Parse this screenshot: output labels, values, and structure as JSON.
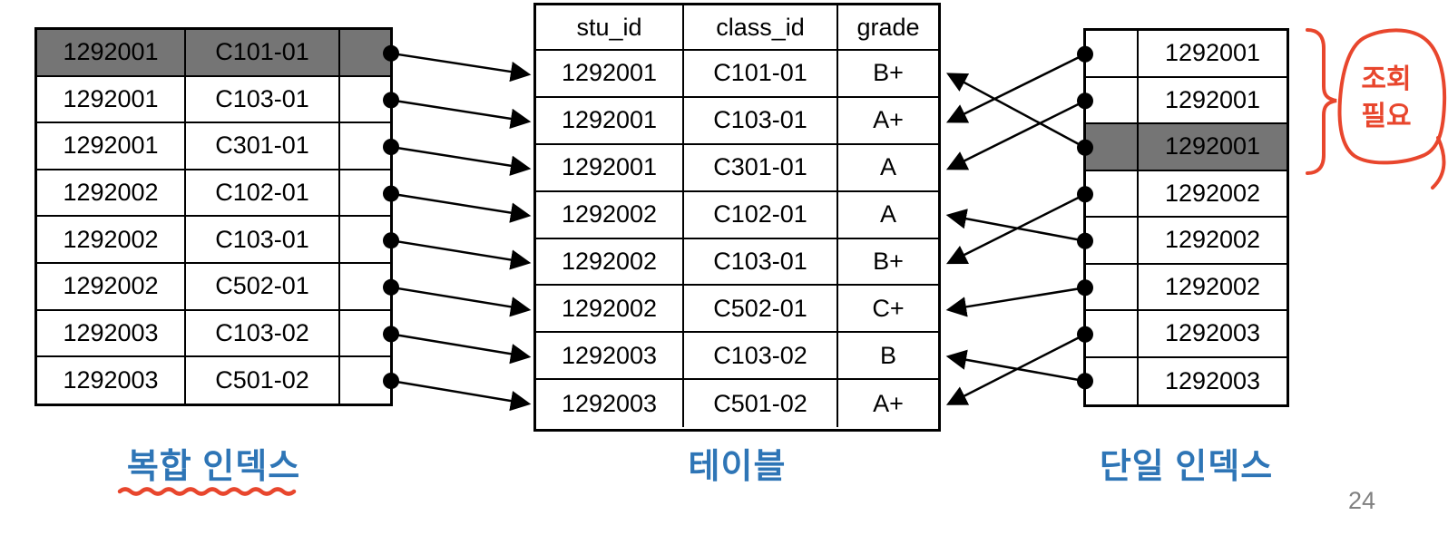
{
  "page": {
    "page_number": "24"
  },
  "colors": {
    "accent_blue": "#2E75B6",
    "annotation_red": "#E8462D",
    "highlight_gray": "#757575",
    "ink": "#000000",
    "page_number_gray": "#808080"
  },
  "composite_index": {
    "label": "복합 인덱스",
    "highlighted_row": 0,
    "rows": [
      {
        "stu_id": "1292001",
        "class_id": "C101-01"
      },
      {
        "stu_id": "1292001",
        "class_id": "C103-01"
      },
      {
        "stu_id": "1292001",
        "class_id": "C301-01"
      },
      {
        "stu_id": "1292002",
        "class_id": "C102-01"
      },
      {
        "stu_id": "1292002",
        "class_id": "C103-01"
      },
      {
        "stu_id": "1292002",
        "class_id": "C502-01"
      },
      {
        "stu_id": "1292003",
        "class_id": "C103-02"
      },
      {
        "stu_id": "1292003",
        "class_id": "C501-02"
      }
    ]
  },
  "table": {
    "label": "테이블",
    "headers": [
      "stu_id",
      "class_id",
      "grade"
    ],
    "rows": [
      [
        "1292001",
        "C101-01",
        "B+"
      ],
      [
        "1292001",
        "C103-01",
        "A+"
      ],
      [
        "1292001",
        "C301-01",
        "A"
      ],
      [
        "1292002",
        "C102-01",
        "A"
      ],
      [
        "1292002",
        "C103-01",
        "B+"
      ],
      [
        "1292002",
        "C502-01",
        "C+"
      ],
      [
        "1292003",
        "C103-02",
        "B"
      ],
      [
        "1292003",
        "C501-02",
        "A+"
      ]
    ]
  },
  "single_index": {
    "label": "단일 인덱스",
    "highlighted_row": 2,
    "rows": [
      "1292001",
      "1292001",
      "1292001",
      "1292002",
      "1292002",
      "1292002",
      "1292003",
      "1292003"
    ]
  },
  "links": {
    "composite_to_table": [
      [
        0,
        0
      ],
      [
        1,
        1
      ],
      [
        2,
        2
      ],
      [
        3,
        3
      ],
      [
        4,
        4
      ],
      [
        5,
        5
      ],
      [
        6,
        6
      ],
      [
        7,
        7
      ]
    ],
    "single_to_table": [
      [
        0,
        1
      ],
      [
        1,
        2
      ],
      [
        2,
        0
      ],
      [
        3,
        4
      ],
      [
        4,
        3
      ],
      [
        5,
        5
      ],
      [
        6,
        7
      ],
      [
        7,
        6
      ]
    ]
  },
  "annotation": {
    "line1": "조회",
    "line2": "필요"
  }
}
